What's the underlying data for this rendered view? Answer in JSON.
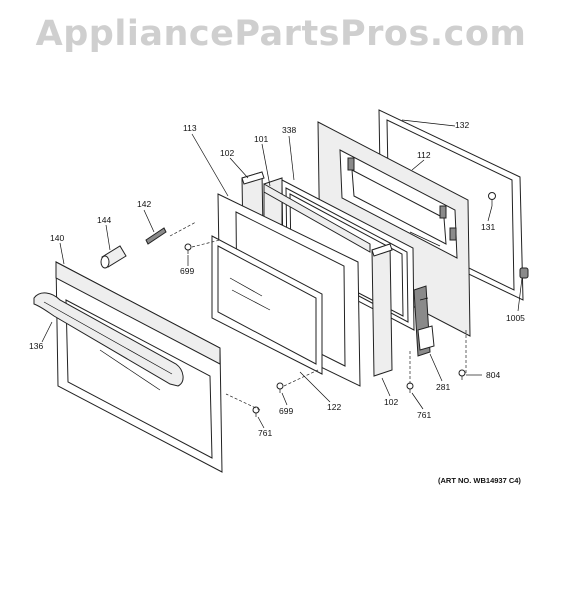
{
  "watermark": "AppliancePartsPros.com",
  "art_number": "(ART NO. WB14937 C4)",
  "callouts": {
    "c113": "113",
    "c102a": "102",
    "c101": "101",
    "c338": "338",
    "c132": "132",
    "c112": "112",
    "c131": "131",
    "c1005": "1005",
    "c142": "142",
    "c144": "144",
    "c140": "140",
    "c699a": "699",
    "c136": "136",
    "c699b": "699",
    "c761a": "761",
    "c122": "122",
    "c102b": "102",
    "c761b": "761",
    "c281": "281",
    "c804": "804"
  }
}
